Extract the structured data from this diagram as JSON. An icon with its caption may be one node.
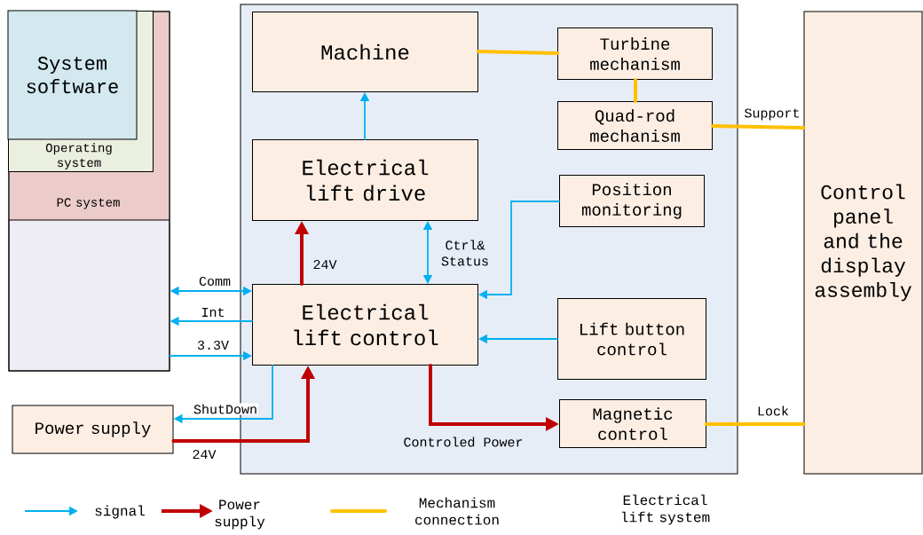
{
  "diagram": {
    "nodes": [
      {
        "text": [
          "PC system"
        ]
      },
      {
        "text": [
          "Operating system"
        ],
        "in": 0
      },
      {
        "text": [
          "System software"
        ],
        "in": 1
      },
      {
        "text": [
          "Electrical lift system"
        ]
      },
      {
        "text": [
          "Machine"
        ],
        "in": 3
      },
      {
        "text": [
          "Turbine mechanism"
        ],
        "in": 3
      },
      {
        "text": [
          "Quad-rod mechanism"
        ],
        "in": 3
      },
      {
        "text": [
          "Electrical lift drive"
        ],
        "in": 3
      },
      {
        "text": [
          "Position monitoring"
        ],
        "in": 3
      },
      {
        "text": [
          "Electrical lift control"
        ],
        "in": 3
      },
      {
        "text": [
          "Lift button control"
        ],
        "in": 3
      },
      {
        "text": [
          "Magnetic control"
        ],
        "in": 3
      },
      {
        "text": [
          "Power supply"
        ]
      },
      {
        "text": [
          "Control panel and the display assembly"
        ]
      }
    ],
    "edges": [
      {
        "from": 9,
        "to": 0,
        "arrow": "both",
        "label": "Comm"
      },
      {
        "from": 9,
        "to": 0,
        "arrow": "to",
        "label": "Int"
      },
      {
        "from": 0,
        "to": 9,
        "arrow": "to",
        "label": "3.3V"
      },
      {
        "from": 9,
        "to": 12,
        "arrow": "to",
        "label": "ShutDown"
      },
      {
        "from": 12,
        "to": 9,
        "arrow": "to",
        "label": "24V",
        "style": "thick",
        "color": "#c00000"
      },
      {
        "from": 9,
        "to": 7,
        "arrow": "to",
        "label": "24V",
        "style": "thick",
        "color": "#c00000"
      },
      {
        "from": 9,
        "to": 7,
        "arrow": "both",
        "label": "Ctrl& Status"
      },
      {
        "from": 7,
        "to": 4,
        "arrow": "to"
      },
      {
        "from": 8,
        "to": 9,
        "arrow": "to"
      },
      {
        "from": 10,
        "to": 9,
        "arrow": "to"
      },
      {
        "from": 9,
        "to": 11,
        "arrow": "to",
        "label": "Controled Power",
        "style": "thick",
        "color": "#c00000"
      },
      {
        "from": 4,
        "to": 5,
        "arrow": "none",
        "style": "thick",
        "color": "#ffc000"
      },
      {
        "from": 5,
        "to": 6,
        "arrow": "none",
        "style": "thick",
        "color": "#ffc000"
      },
      {
        "from": 6,
        "to": 13,
        "arrow": "none",
        "label": "Support",
        "style": "thick",
        "color": "#ffc000"
      },
      {
        "from": 11,
        "to": 13,
        "arrow": "none",
        "label": "Lock",
        "style": "thick",
        "color": "#ffc000"
      }
    ],
    "legend": [
      {
        "text": "signal"
      },
      {
        "text": "Power supply"
      },
      {
        "text": "Mechanism connection"
      }
    ]
  }
}
